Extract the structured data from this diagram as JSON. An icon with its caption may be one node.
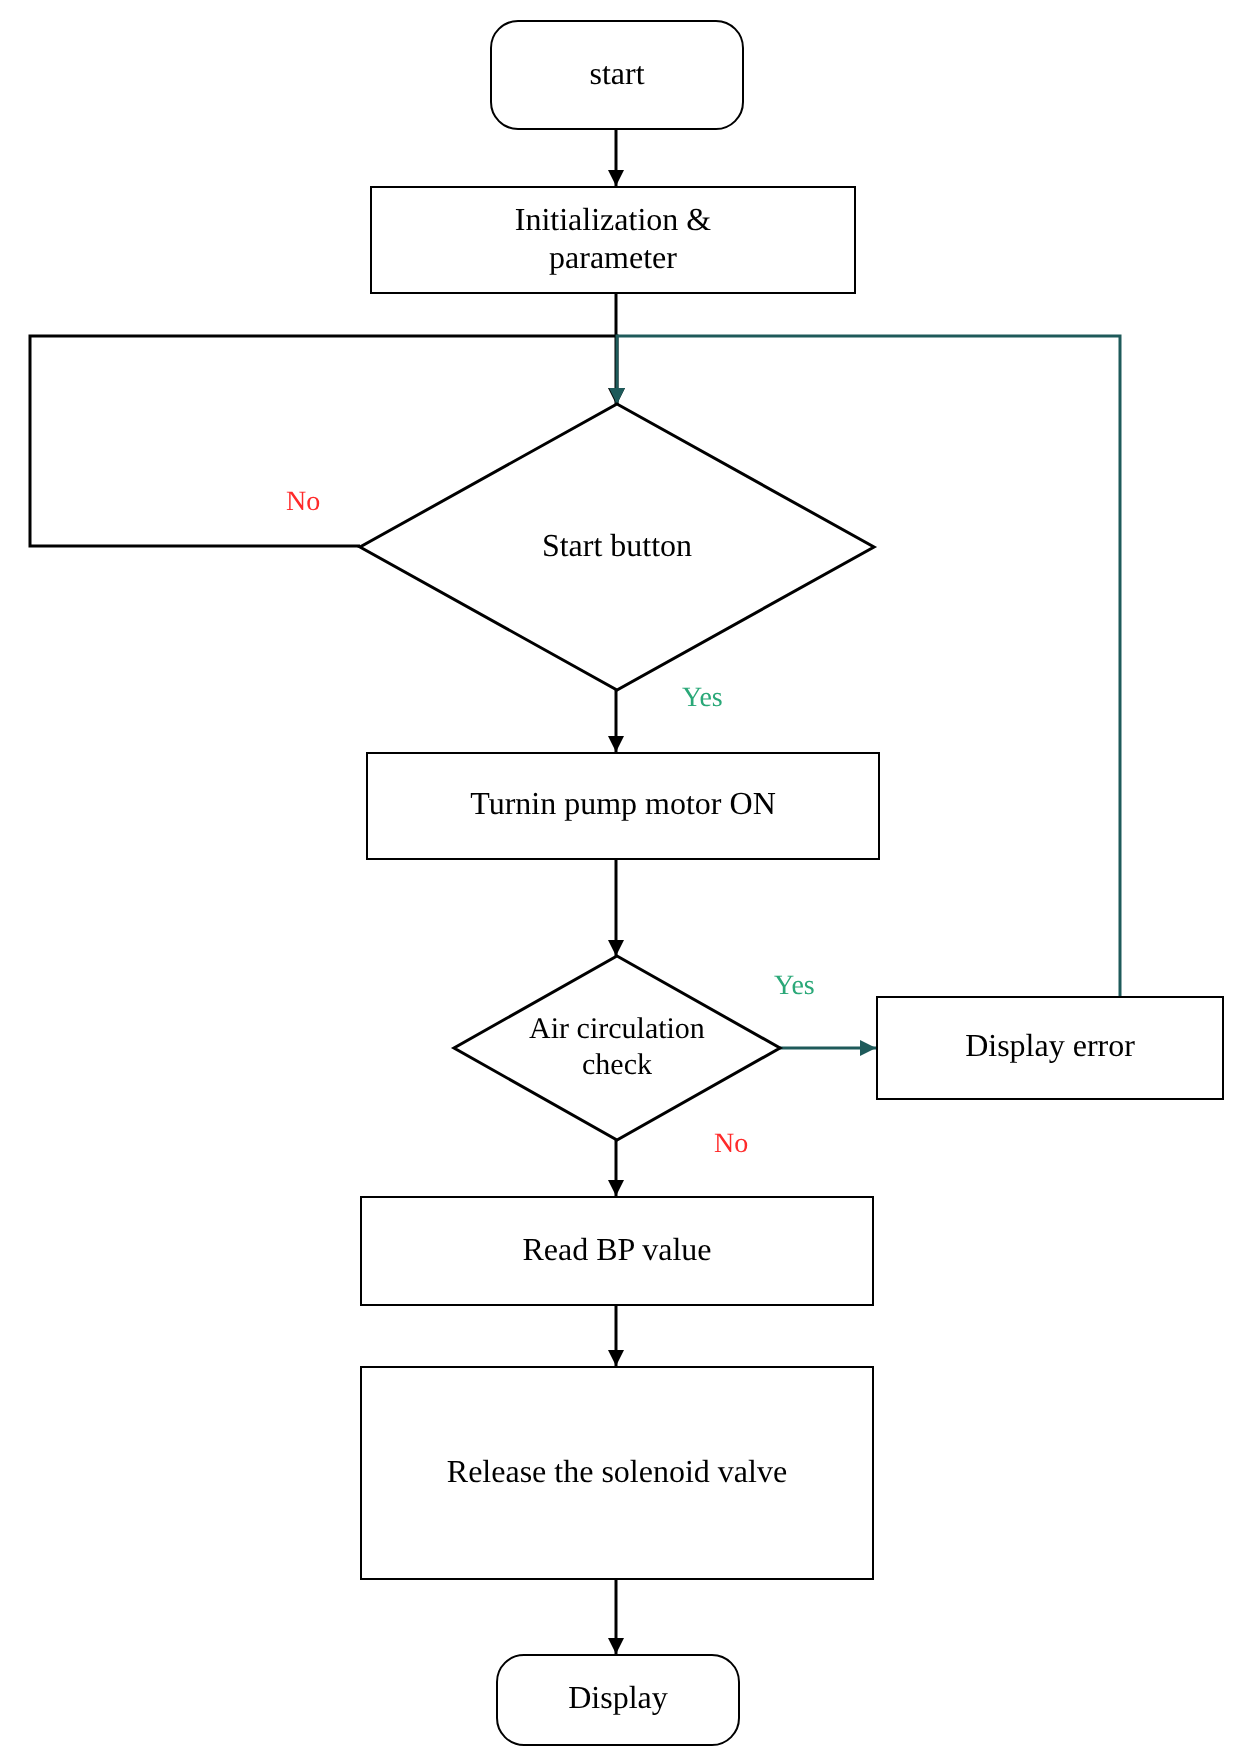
{
  "diagram": {
    "nodes": [
      {
        "text": [
          "start"
        ]
      },
      {
        "text": [
          "Initialization & parameter"
        ]
      },
      {
        "text": [
          "Start button"
        ]
      },
      {
        "text": [
          "Turnin pump motor ON"
        ]
      },
      {
        "text": [
          "Air circulation check"
        ]
      },
      {
        "text": [
          "Display error"
        ]
      },
      {
        "text": [
          "Read BP value"
        ]
      },
      {
        "text": [
          "Release the solenoid valve"
        ]
      },
      {
        "text": [
          "Display"
        ]
      }
    ],
    "edges": [
      {
        "from": 0,
        "to": 1,
        "arrow": "to"
      },
      {
        "from": 1,
        "to": 2,
        "arrow": "to"
      },
      {
        "from": 2,
        "to": 2,
        "arrow": "to",
        "label": "No"
      },
      {
        "from": 2,
        "to": 3,
        "arrow": "to",
        "label": "Yes"
      },
      {
        "from": 3,
        "to": 4,
        "arrow": "to"
      },
      {
        "from": 4,
        "to": 5,
        "arrow": "to",
        "label": "Yes",
        "color": "#1e5a5a"
      },
      {
        "from": 5,
        "to": 2,
        "arrow": "to",
        "color": "#1e5a5a"
      },
      {
        "from": 4,
        "to": 6,
        "arrow": "to",
        "label": "No"
      },
      {
        "from": 6,
        "to": 7,
        "arrow": "to"
      },
      {
        "from": 7,
        "to": 8,
        "arrow": "to"
      }
    ]
  }
}
